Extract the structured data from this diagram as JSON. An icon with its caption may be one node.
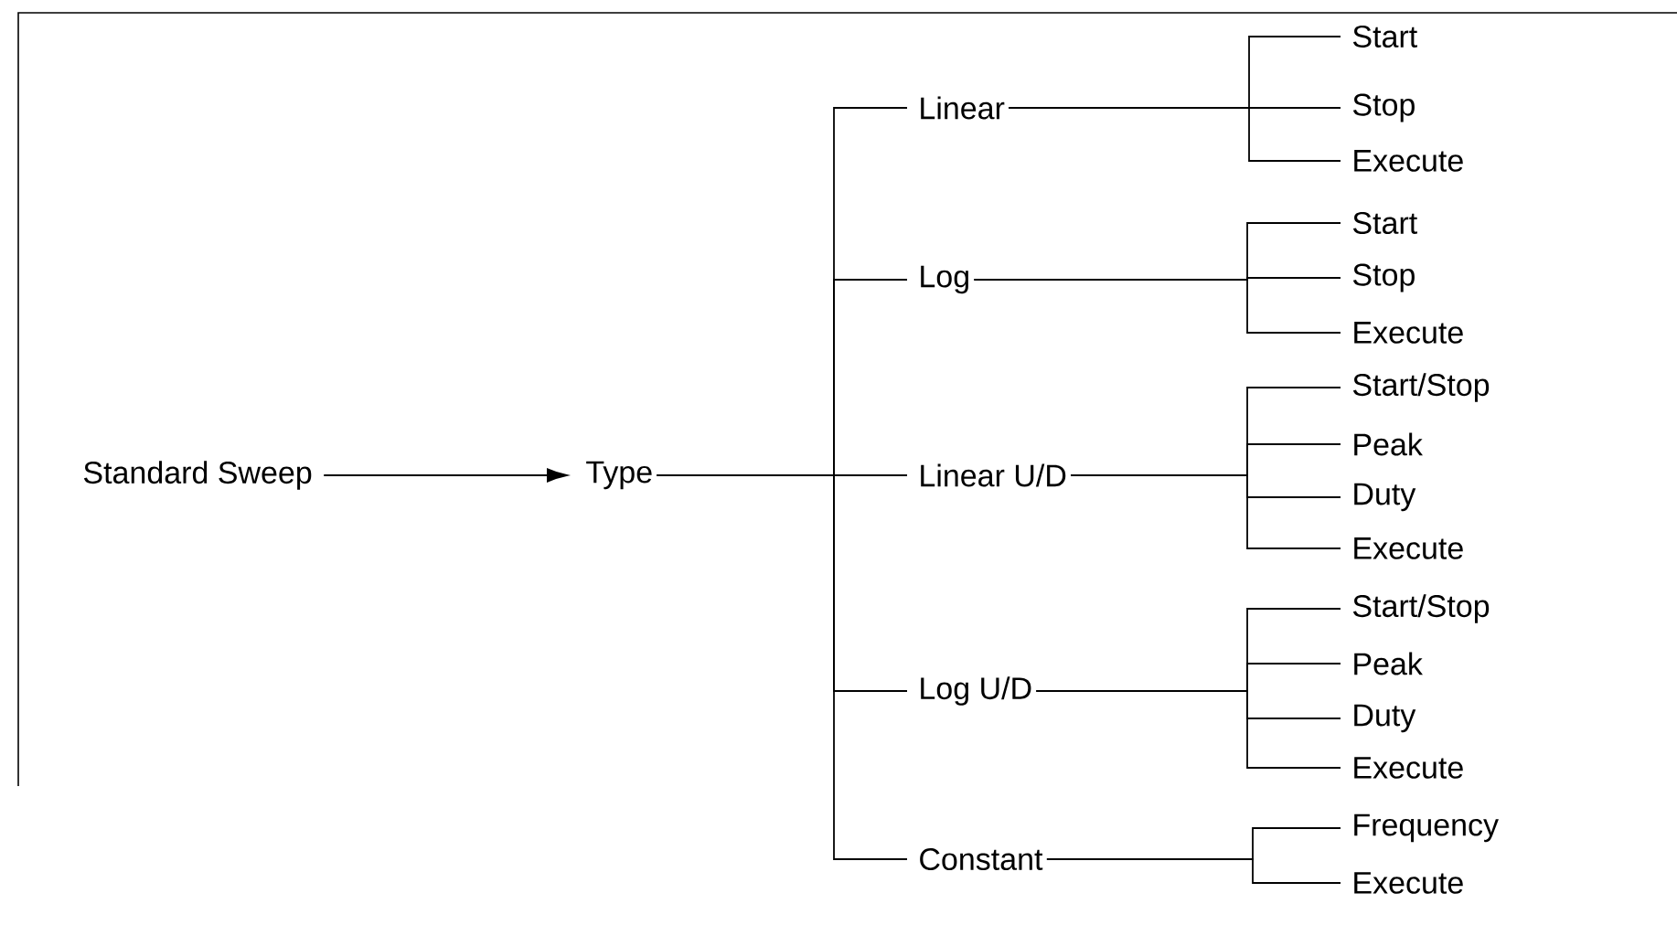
{
  "diagram": {
    "nodes": [
      {
        "text": [
          "Standard Sweep"
        ]
      },
      {
        "text": [
          "Type"
        ]
      },
      {
        "text": [
          "Linear"
        ]
      },
      {
        "text": [
          "Log"
        ]
      },
      {
        "text": [
          "Linear U/D"
        ]
      },
      {
        "text": [
          "Log U/D"
        ]
      },
      {
        "text": [
          "Constant"
        ]
      },
      {
        "text": [
          "Start"
        ]
      },
      {
        "text": [
          "Stop"
        ]
      },
      {
        "text": [
          "Execute"
        ]
      },
      {
        "text": [
          "Start"
        ]
      },
      {
        "text": [
          "Stop"
        ]
      },
      {
        "text": [
          "Execute"
        ]
      },
      {
        "text": [
          "Start/Stop"
        ]
      },
      {
        "text": [
          "Peak"
        ]
      },
      {
        "text": [
          "Duty"
        ]
      },
      {
        "text": [
          "Execute"
        ]
      },
      {
        "text": [
          "Start/Stop"
        ]
      },
      {
        "text": [
          "Peak"
        ]
      },
      {
        "text": [
          "Duty"
        ]
      },
      {
        "text": [
          "Execute"
        ]
      },
      {
        "text": [
          "Frequency"
        ]
      },
      {
        "text": [
          "Execute"
        ]
      }
    ],
    "edges": [
      {
        "from": 0,
        "to": 1,
        "arrow": "to"
      },
      {
        "from": 1,
        "to": 2,
        "arrow": "none"
      },
      {
        "from": 1,
        "to": 3,
        "arrow": "none"
      },
      {
        "from": 1,
        "to": 4,
        "arrow": "none"
      },
      {
        "from": 1,
        "to": 5,
        "arrow": "none"
      },
      {
        "from": 1,
        "to": 6,
        "arrow": "none"
      },
      {
        "from": 2,
        "to": 7,
        "arrow": "none"
      },
      {
        "from": 2,
        "to": 8,
        "arrow": "none"
      },
      {
        "from": 2,
        "to": 9,
        "arrow": "none"
      },
      {
        "from": 3,
        "to": 10,
        "arrow": "none"
      },
      {
        "from": 3,
        "to": 11,
        "arrow": "none"
      },
      {
        "from": 3,
        "to": 12,
        "arrow": "none"
      },
      {
        "from": 4,
        "to": 13,
        "arrow": "none"
      },
      {
        "from": 4,
        "to": 14,
        "arrow": "none"
      },
      {
        "from": 4,
        "to": 15,
        "arrow": "none"
      },
      {
        "from": 4,
        "to": 16,
        "arrow": "none"
      },
      {
        "from": 5,
        "to": 17,
        "arrow": "none"
      },
      {
        "from": 5,
        "to": 18,
        "arrow": "none"
      },
      {
        "from": 5,
        "to": 19,
        "arrow": "none"
      },
      {
        "from": 5,
        "to": 20,
        "arrow": "none"
      },
      {
        "from": 6,
        "to": 21,
        "arrow": "none"
      },
      {
        "from": 6,
        "to": 22,
        "arrow": "none"
      }
    ]
  }
}
